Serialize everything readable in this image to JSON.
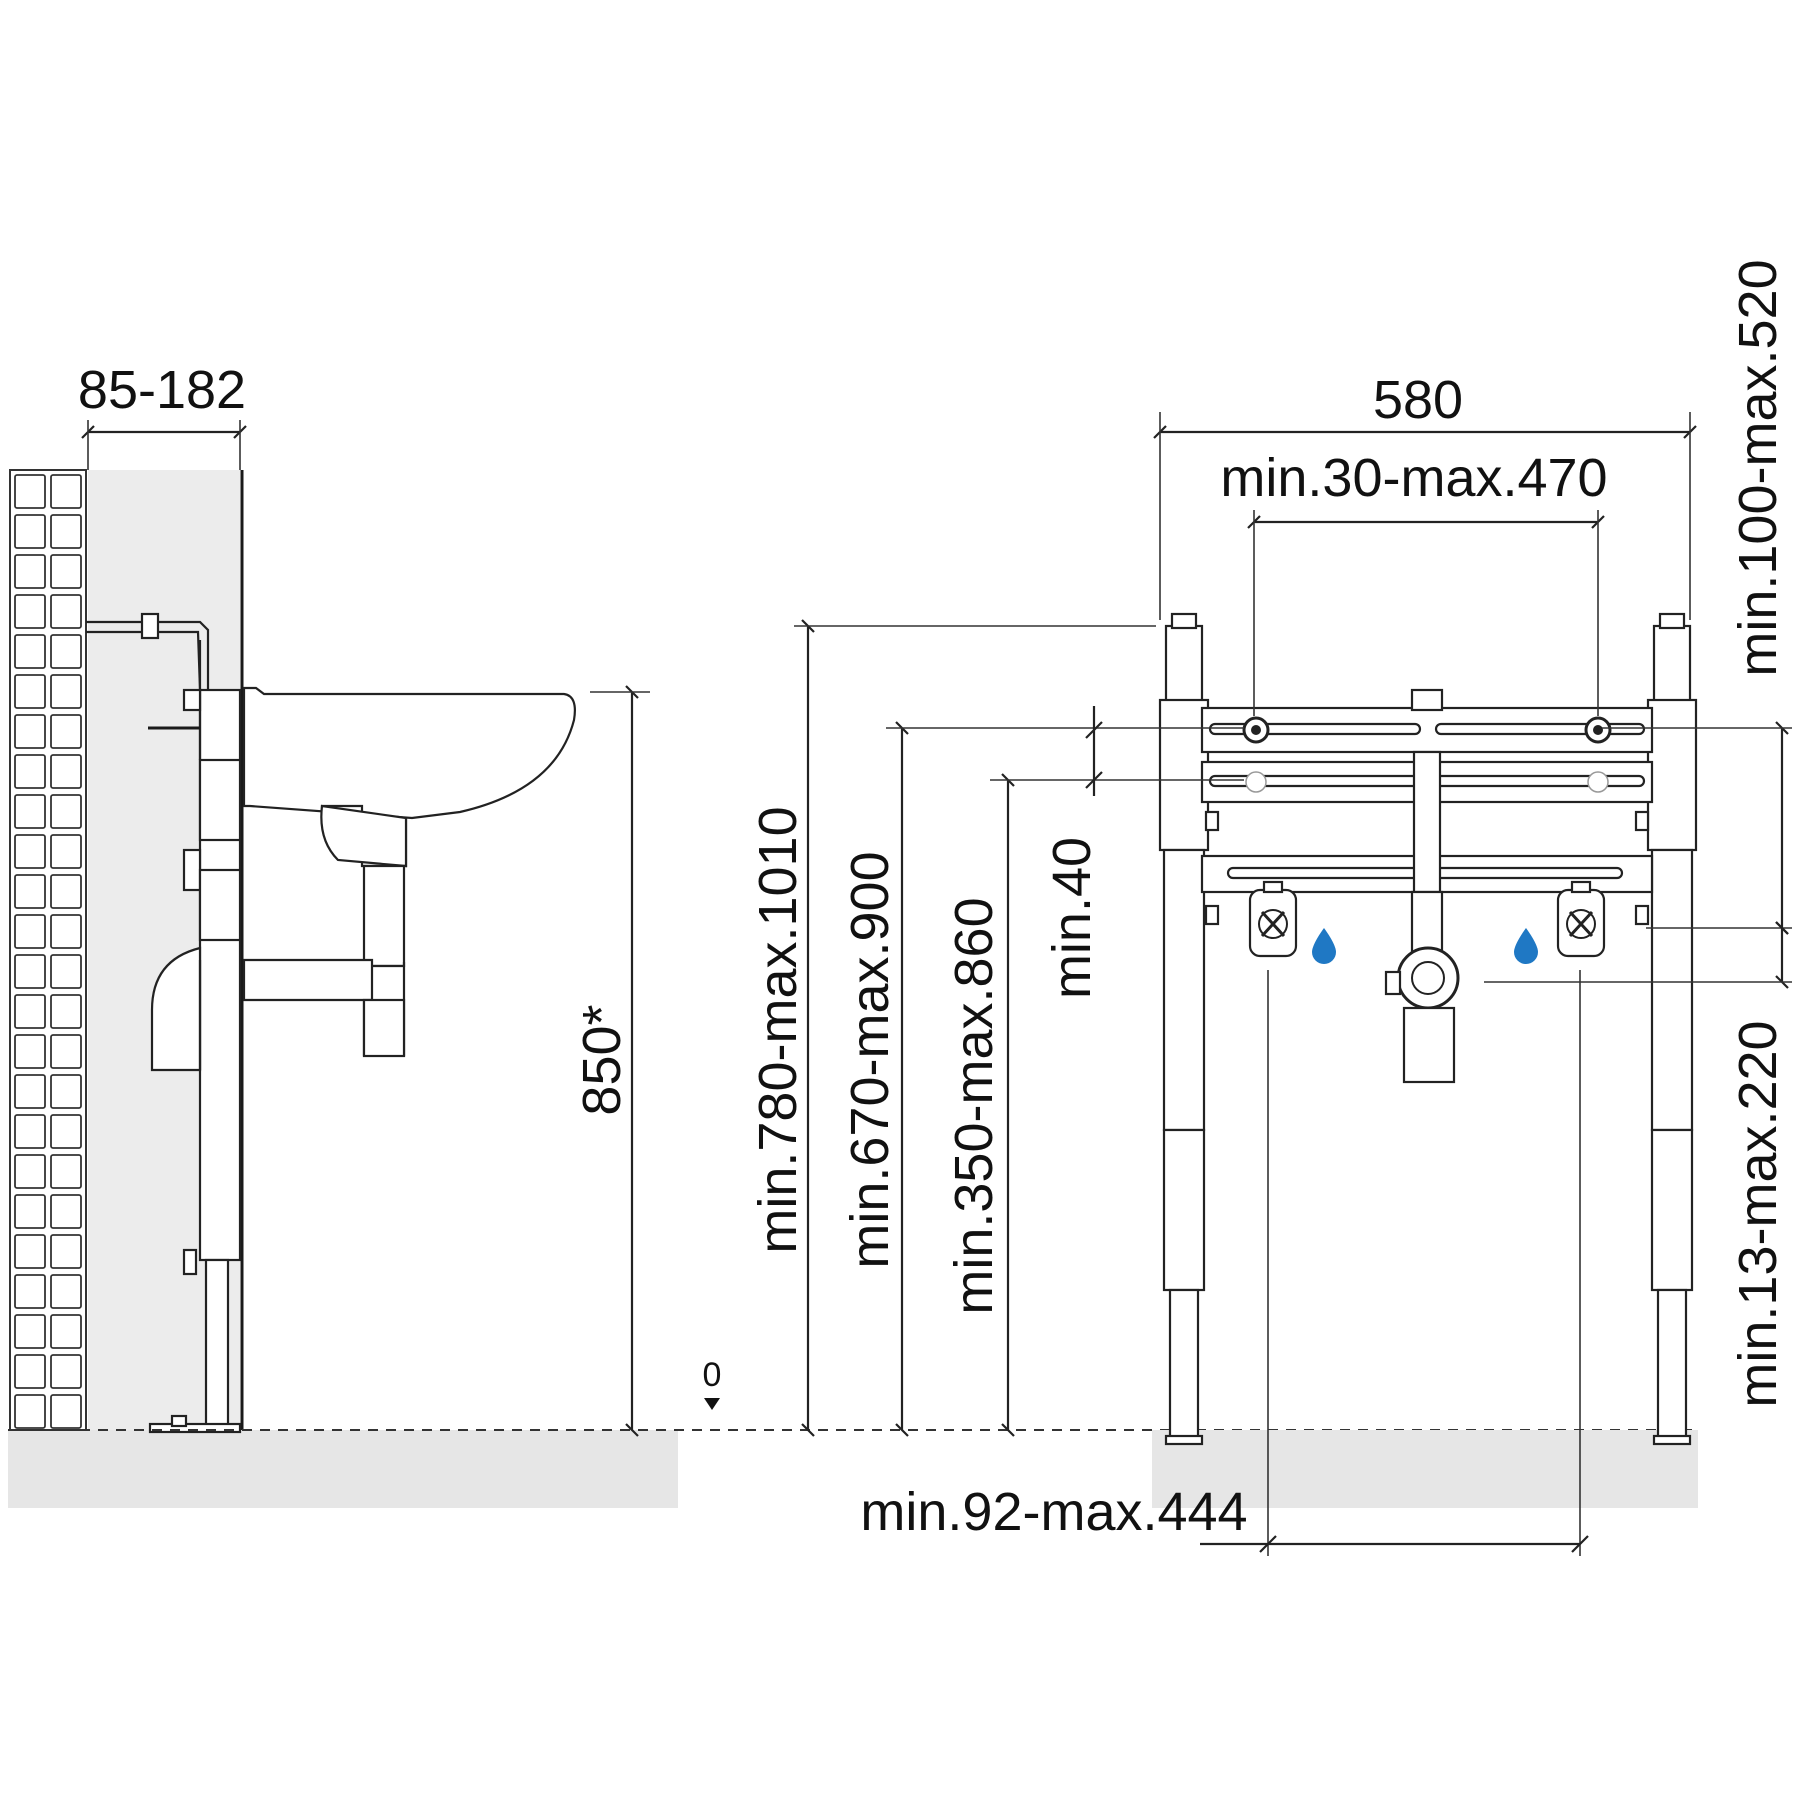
{
  "side_view": {
    "wall_depth_label": "85-182",
    "sink_height_label": "850*",
    "floor_level_label": "0"
  },
  "front_view": {
    "overall_width_label": "580",
    "bracket_spacing_label": "min.30-max.470",
    "outer_height_label": "min.780-max.1010",
    "bracket_height_label": "min.670-max.900",
    "supply_height_label": "min.350-max.860",
    "bracket_gap_label": "min.40",
    "top_offset_label": "min.100-max.520",
    "lower_offset_label": "min.13-max.220",
    "supply_spacing_label": "min.92-max.444"
  },
  "colors": {
    "water_drop": "#1f78c4",
    "floor": "#e6e6e6",
    "line": "#222222"
  }
}
